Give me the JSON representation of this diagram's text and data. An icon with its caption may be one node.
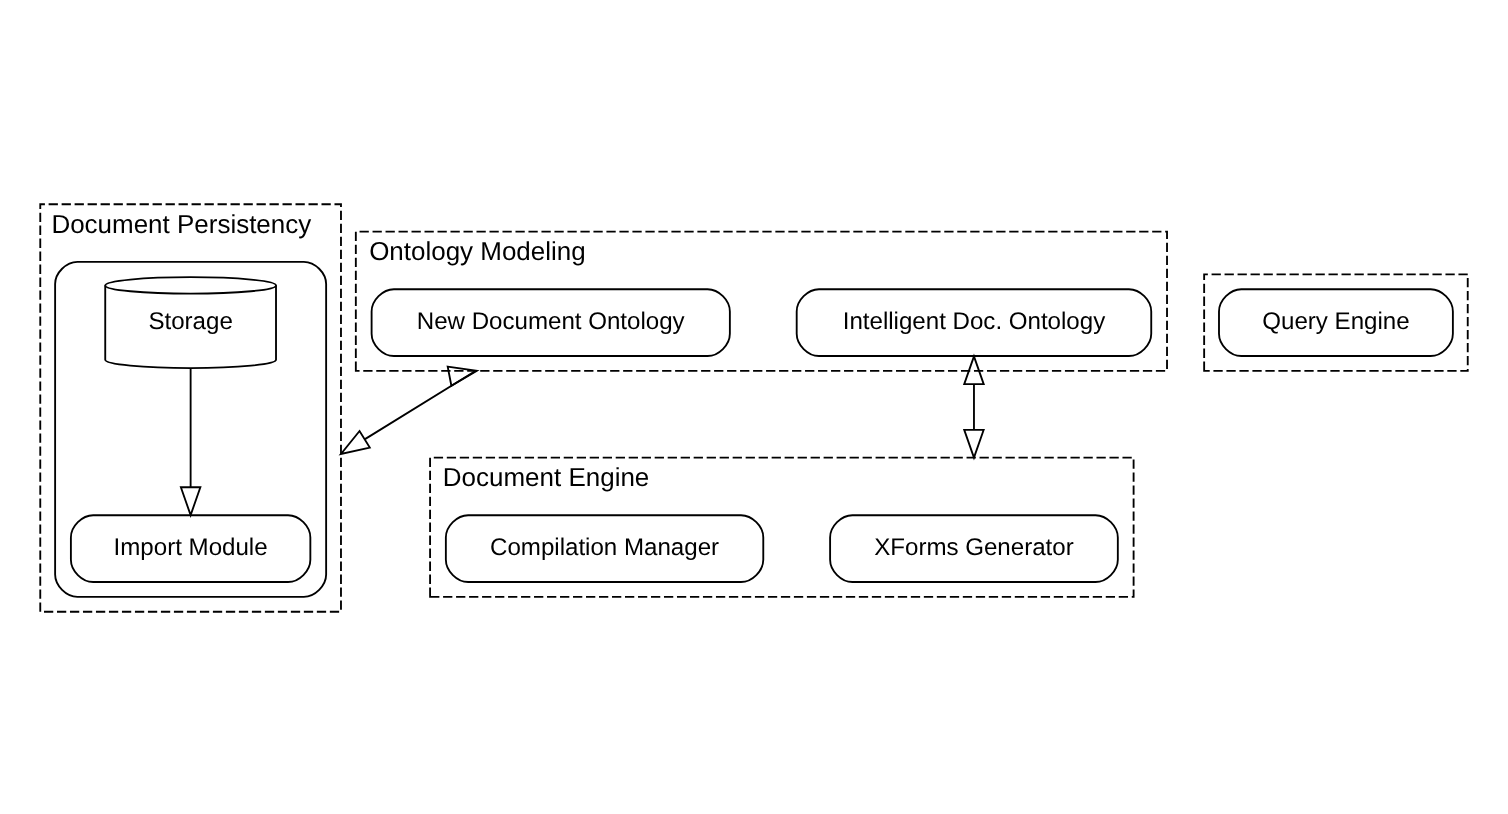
{
  "diagram": {
    "nodes": [
      {
        "text": [
          "Ontology Modeling"
        ]
      },
      {
        "text": [
          "New Document Ontology"
        ],
        "in": 0
      },
      {
        "text": [
          "Intelligent Doc. Ontology"
        ],
        "in": 0
      },
      {
        "text": [
          "Document Persistency"
        ]
      },
      {
        "text": [],
        "shape": "box",
        "in": 3
      },
      {
        "text": [
          "Import Module"
        ],
        "in": 4
      },
      {
        "text": [
          "Storage"
        ],
        "in": 4
      },
      {
        "text": [],
        "shape": "box"
      },
      {
        "text": [
          "Query Engine"
        ],
        "in": 7
      },
      {
        "text": [
          "Document Engine"
        ]
      },
      {
        "text": [
          "XForms Generator"
        ],
        "in": 9
      },
      {
        "text": [
          "Compilation Manager"
        ],
        "in": 9
      }
    ],
    "edges": [
      {
        "from": 0,
        "to": 3,
        "arrow": "both"
      },
      {
        "from": 6,
        "to": 5,
        "arrow": "to"
      },
      {
        "from": 2,
        "to": 9,
        "arrow": "both"
      }
    ]
  }
}
